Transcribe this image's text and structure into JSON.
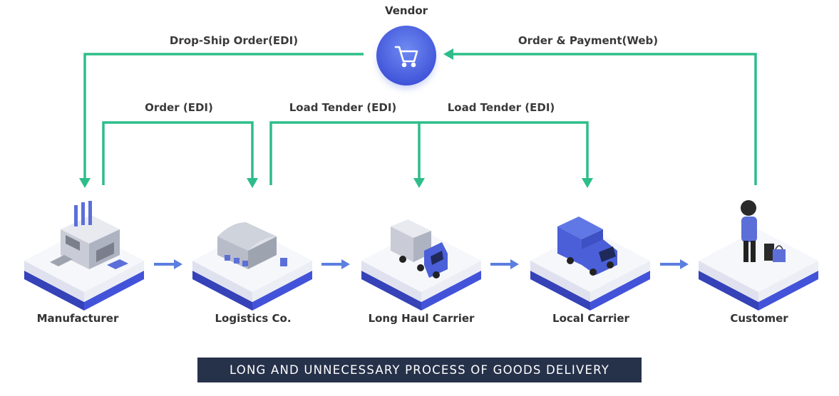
{
  "title": "",
  "vendor": {
    "label": "Vendor",
    "icon": "shopping-cart-icon"
  },
  "nodes": [
    {
      "id": "manufacturer",
      "label": "Manufacturer",
      "icon": "factory-icon"
    },
    {
      "id": "logistics",
      "label": "Logistics Co.",
      "icon": "warehouse-icon"
    },
    {
      "id": "longhaul",
      "label": "Long Haul Carrier",
      "icon": "semi-truck-icon"
    },
    {
      "id": "local",
      "label": "Local Carrier",
      "icon": "delivery-van-icon"
    },
    {
      "id": "customer",
      "label": "Customer",
      "icon": "person-shopping-icon"
    }
  ],
  "edges": [
    {
      "from": "vendor",
      "to": "manufacturer",
      "label": "Drop-Ship Order(EDI)"
    },
    {
      "from": "customer",
      "to": "vendor",
      "label": "Order & Payment(Web)"
    },
    {
      "from": "manufacturer",
      "to": "logistics",
      "label": "Order (EDI)"
    },
    {
      "from": "logistics",
      "to": "longhaul",
      "label": "Load Tender (EDI)"
    },
    {
      "from": "logistics",
      "to": "local",
      "label": "Load Tender (EDI)"
    }
  ],
  "banner": "LONG AND UNNECESSARY PROCESS OF GOODS DELIVERY",
  "colors": {
    "edge": "#2dbd8a",
    "flow": "#5b7fe0",
    "platform": "#4353d9",
    "banner_bg": "#26314a",
    "vendor_circle": "#4a63e0"
  }
}
